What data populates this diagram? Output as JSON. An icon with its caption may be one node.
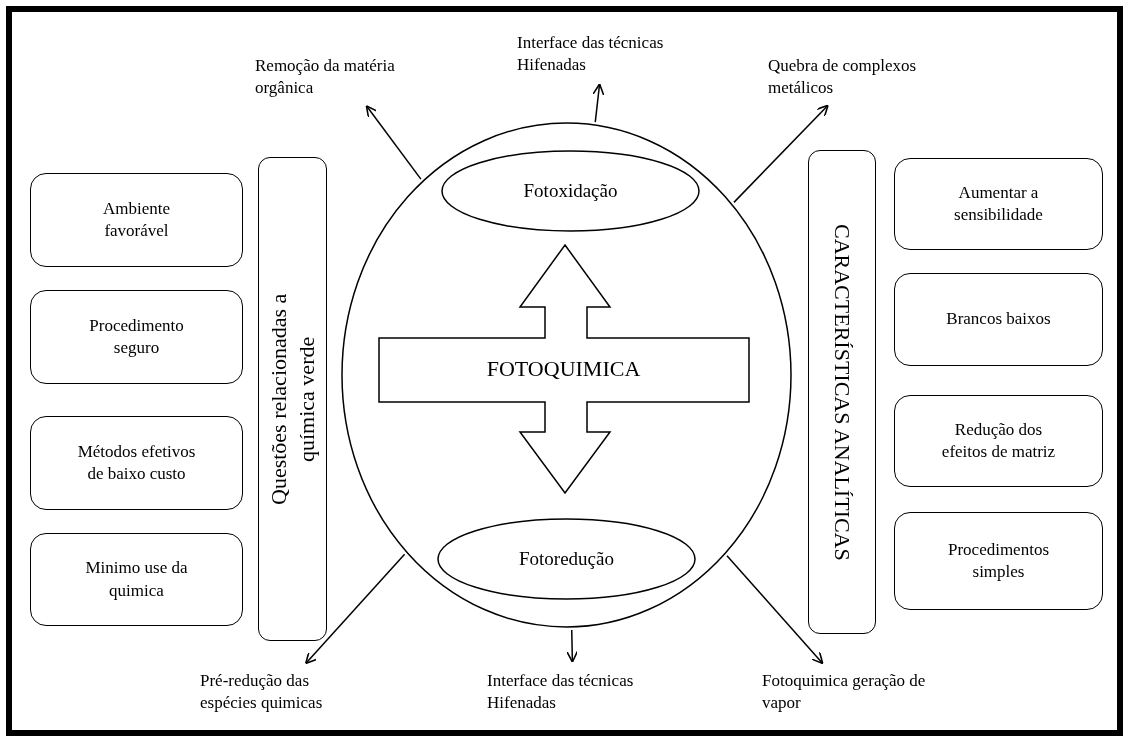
{
  "diagram": {
    "nodes": [
      {
        "text": [],
        "shape": "circle"
      },
      {
        "text": [
          "Fotoxidação"
        ],
        "in": 0
      },
      {
        "text": [
          "FOTOQUIMICA"
        ],
        "in": 0
      },
      {
        "text": [
          "Fotoredução"
        ],
        "in": 0
      },
      {
        "text": [
          "Questões relacionadas a química verde"
        ]
      },
      {
        "text": [
          "Ambiente favorável"
        ]
      },
      {
        "text": [
          "Procedimento seguro"
        ]
      },
      {
        "text": [
          "Métodos efetivos de baixo custo"
        ]
      },
      {
        "text": [
          "Minimo use da quimica"
        ]
      },
      {
        "text": [
          "CARACTERÍSTICAS ANALÍTICAS"
        ]
      },
      {
        "text": [
          "Aumentar a sensibilidade"
        ]
      },
      {
        "text": [
          "Brancos baixos"
        ]
      },
      {
        "text": [
          "Redução dos efeitos de matriz"
        ]
      },
      {
        "text": [
          "Procedimentos simples"
        ]
      },
      {
        "text": [
          "Remoção da matéria orgânica"
        ]
      },
      {
        "text": [
          "Interface das técnicas Hifenadas"
        ]
      },
      {
        "text": [
          "Quebra de complexos metálicos"
        ]
      },
      {
        "text": [
          "Pré-redução das espécies quimicas"
        ]
      },
      {
        "text": [
          "Interface das técnicas Hifenadas"
        ]
      },
      {
        "text": [
          "Fotoquimica geração de vapor"
        ]
      }
    ],
    "edges": [
      {
        "from": 0,
        "to": 14,
        "arrow": "to"
      },
      {
        "from": 0,
        "to": 15,
        "arrow": "to"
      },
      {
        "from": 0,
        "to": 16,
        "arrow": "to"
      },
      {
        "from": 0,
        "to": 17,
        "arrow": "to"
      },
      {
        "from": 0,
        "to": 18,
        "arrow": "to"
      },
      {
        "from": 0,
        "to": 19,
        "arrow": "to"
      }
    ]
  }
}
